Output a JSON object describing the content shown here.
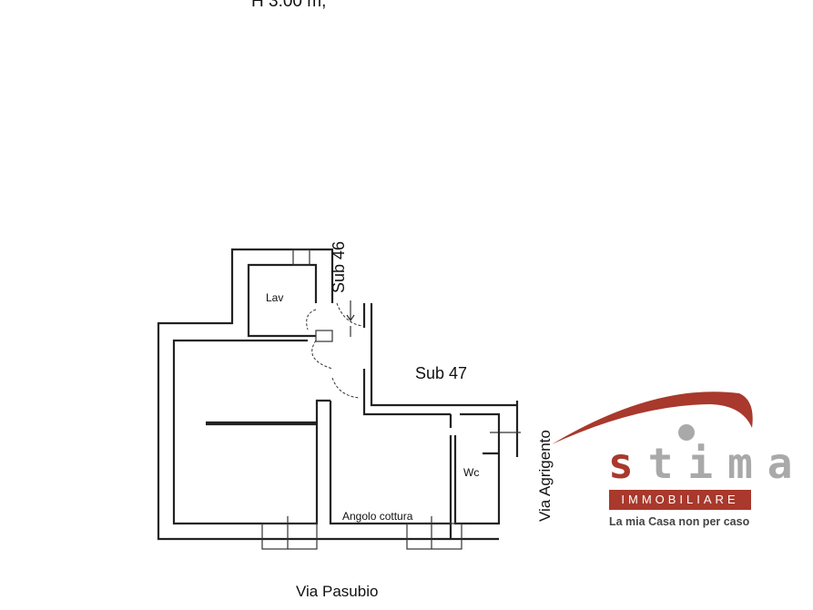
{
  "header": {
    "height_note": "H 3.00 m,"
  },
  "plan": {
    "rooms": {
      "lav": "Lav",
      "wc": "Wc",
      "kitchen": "Angolo cottura"
    },
    "neighbors": {
      "sub46": "Sub 46",
      "sub47": "Sub 47"
    },
    "streets": {
      "bottom": "Via Pasubio",
      "right": "Via Agrigento"
    }
  },
  "logo": {
    "brand": "stima",
    "subtitle": "IMMOBILIARE",
    "tagline": "La mia Casa non per caso",
    "colors": {
      "red": "#a8392c",
      "grey": "#a9a9a9"
    }
  }
}
